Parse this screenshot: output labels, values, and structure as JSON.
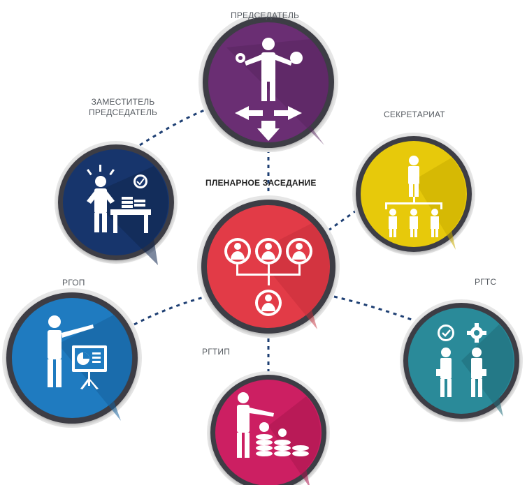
{
  "diagram": {
    "center": {
      "label": "ПЛЕНАРНОЕ ЗАСЕДАНИЕ",
      "color": "#e23b47",
      "icon": "org-chart-icon"
    },
    "nodes": [
      {
        "id": "chairman",
        "label": "ПРЕДСЕДАТЕЛЬ",
        "color": "#6a2e73",
        "icon": "balance-decision-icon"
      },
      {
        "id": "deputy",
        "label_lines": [
          "ЗАМЕСТИТЕЛЬ",
          "ПРЕДСЕДАТЕЛЬ"
        ],
        "color": "#17356c",
        "icon": "desk-worker-icon"
      },
      {
        "id": "secretariat",
        "label": "СЕКРЕТАРИАТ",
        "color": "#e7c90b",
        "icon": "hierarchy-icon"
      },
      {
        "id": "rgop",
        "label": "РГОП",
        "color": "#1f7bc0",
        "icon": "presenter-icon"
      },
      {
        "id": "rgts",
        "label": "РГТС",
        "color": "#2a8a99",
        "icon": "team-gear-icon"
      },
      {
        "id": "rgtip",
        "label": "РГТИП",
        "color": "#cc1f62",
        "icon": "money-coins-icon"
      }
    ]
  }
}
